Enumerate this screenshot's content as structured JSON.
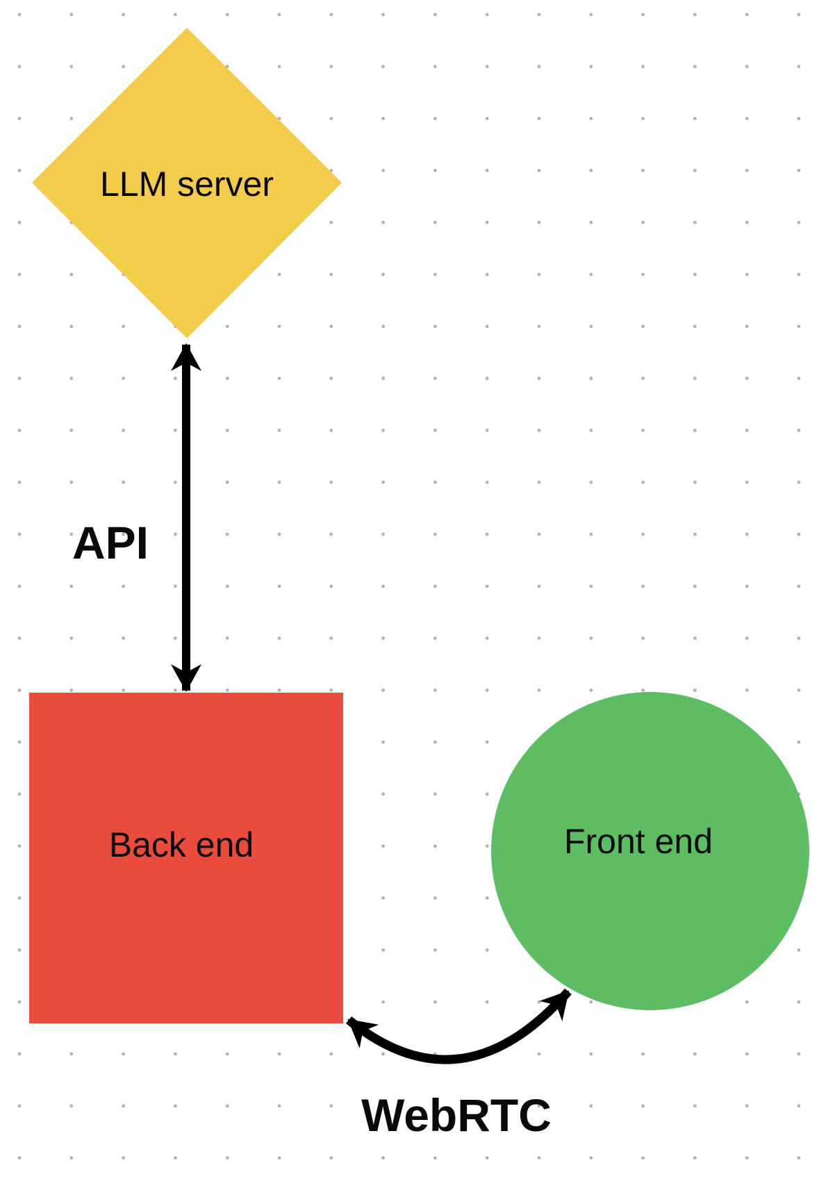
{
  "canvas": {
    "background_color": "#ffffff",
    "dot_color": "#b1b1b1"
  },
  "nodes": [
    {
      "id": "llm-server",
      "shape": "diamond",
      "label": "LLM server",
      "color": "#F3CC4B",
      "text_color": "#0a0a0a"
    },
    {
      "id": "back-end",
      "shape": "square",
      "label": "Back end",
      "color": "#E94B3C",
      "text_color": "#0a0a0a"
    },
    {
      "id": "front-end",
      "shape": "circle",
      "label": "Front end",
      "color": "#5CBD62",
      "text_color": "#0a0a0a"
    }
  ],
  "edges": [
    {
      "id": "api",
      "label": "API",
      "from": "llm-server",
      "to": "back-end",
      "style": "straight-double-arrow",
      "color": "#000000"
    },
    {
      "id": "webrtc",
      "label": "WebRTC",
      "from": "back-end",
      "to": "front-end",
      "style": "curved-double-arrow",
      "color": "#000000"
    }
  ]
}
